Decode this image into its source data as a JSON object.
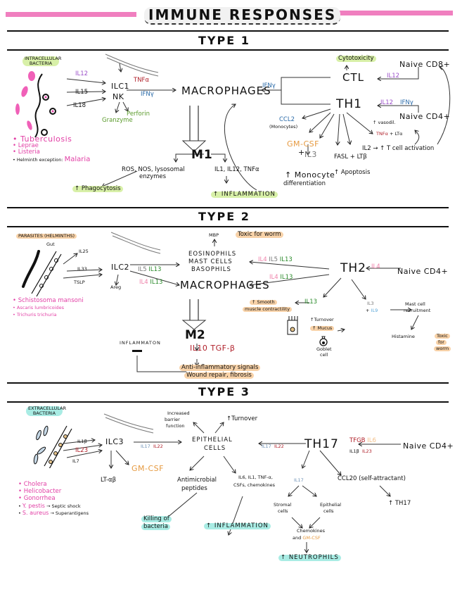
{
  "title": "IMMUNE RESPONSES",
  "colors": {
    "header_bar": "#f07fbf",
    "highlight_green": "#d8f0a8",
    "highlight_orange": "#f8d2a8",
    "highlight_teal": "#a9ece4",
    "disease_pink": "#e23fa5"
  },
  "type1": {
    "heading": "TYPE 1",
    "trigger": "INTRACELLULAR BACTERIA",
    "inputs": [
      "IL12",
      "IL15",
      "IL18"
    ],
    "ilc": [
      "ILC1",
      "NK"
    ],
    "ilc_outputs": {
      "tnfa": "TNFα",
      "ifng": "IFNγ",
      "granzyme": "Granzyme",
      "perforin": "Perforin"
    },
    "macrophages": "MACROPHAGES",
    "m1": "M1",
    "m1_left": [
      "ROS, NOS, lysosomal",
      "enzymes"
    ],
    "m1_right": "IL1, IL12, TNFα",
    "phagocytosis": "↑ Phagocytosis",
    "inflammation": "↑ INFLAMMATION",
    "diseases": [
      "Tuberculosis",
      "Leprae",
      "Listeria"
    ],
    "helminth_label": "Helminth exception:",
    "helminth_disease": "Malaria",
    "cytotoxicity": "Cytotoxicity",
    "ctl": "CTL",
    "naive_cd8": "Naive CD8+",
    "il12": "IL12",
    "ifng": "IFNγ",
    "th1": "TH1",
    "naive_cd4": "Naive CD4+",
    "ccl2": "CCL2",
    "monocytes": "(Monocytes)",
    "gmcsf": "GM-CSF",
    "plus": "+",
    "il3": "IL3",
    "monocyte_diff": [
      "↑ Monocyte",
      "differentiation"
    ],
    "fasl": "FASL + LTβ",
    "apoptosis": "↑ Apoptosis",
    "vasodil": "↑ vasodil.",
    "tnf_lta": "TNFα",
    "tnf_lta_suffix": "+ LTα",
    "il2": "IL2 → ↑ T cell activation"
  },
  "type2": {
    "heading": "TYPE 2",
    "trigger": "PARASITES (HELMINTHS)",
    "gut": "Gut",
    "inputs": [
      "IL25",
      "IL33",
      "TSLP"
    ],
    "ilc": "ILC2",
    "areg": "Areg",
    "to_eos": [
      "IL5",
      "IL13"
    ],
    "to_mac": [
      "IL4",
      "IL13"
    ],
    "mbp": "MBP",
    "toxic_worm": "Toxic for worm",
    "granulocytes": [
      "EOSINOPHILS",
      "MAST CELLS",
      "BASOPHILS"
    ],
    "macrophages": "MACROPHAGES",
    "th2_to_eos": [
      "IL4",
      "IL5",
      "IL13"
    ],
    "th2_to_mac": [
      "IL4",
      "IL13"
    ],
    "th2": "TH2",
    "il4": "IL4",
    "naive_cd4": "Naive CD4+",
    "il13": "IL13",
    "smooth": [
      "↑ Smooth",
      "muscle contractility"
    ],
    "turnover": "↑Turnover",
    "mucus": "↑ Mucus",
    "goblet": [
      "Goblet",
      "cell"
    ],
    "il3": "IL3",
    "il9_plus": "+",
    "il9": "IL9",
    "mast_recruit": [
      "Mast cell",
      "recruitment"
    ],
    "histamine": "Histamine",
    "toxic_worm2": [
      "Toxic",
      "for",
      "worm"
    ],
    "m2": "M2",
    "il10": "IL10",
    "tgfb": "TGF-β",
    "inflammation": "INFLAMMATON",
    "anti_inflam": [
      "Anti-inflammatory signals",
      "Wound repair, fibrosis"
    ],
    "diseases": [
      "Schistosoma mansoni",
      "Ascaris lumbricoides",
      "Trichuris trichuria"
    ]
  },
  "type3": {
    "heading": "TYPE 3",
    "trigger": "EXTRACELLULAR BACTERIA",
    "inputs": [
      "IL1β",
      "IL23",
      "IL7"
    ],
    "ilc": "ILC3",
    "lt": "LT-αβ",
    "gmcsf": "GM-CSF",
    "to_epi": [
      "IL17",
      "IL22"
    ],
    "barrier": [
      "Increased",
      "barrier",
      "function"
    ],
    "turnover": "↑Turnover",
    "epithelial": [
      "EPITHELIAL",
      "CELLS"
    ],
    "th17_to_epi": [
      "IL17",
      "IL22"
    ],
    "th17": "TH17",
    "tfgb": "TFGB",
    "il6": "IL6",
    "il1b": "IL1β",
    "il23": "IL23",
    "naive_cd4": "Naive CD4+",
    "antimicrobial": [
      "Antimicrobial",
      "peptides"
    ],
    "cytokines": [
      "IL6, IL1, TNF-α,",
      "CSFs, chemokines"
    ],
    "il17": "IL17",
    "ccl20": "CCL20 (self-attractant)",
    "th17_up": "↑ TH17",
    "stromal": [
      "Stromal",
      "cells"
    ],
    "epithelial_cells": [
      "Epithelial",
      "cells"
    ],
    "chemokines": "Chemokines",
    "and": "and",
    "gmcsf2": "GM-CSF",
    "killing": [
      "Killing of",
      "bacteria"
    ],
    "inflammation": "↑ INFLAMMATION",
    "neutrophils": "↑ NEUTROPHILS",
    "diseases": [
      "Cholera",
      "Helicobacter",
      "Gonorrhea"
    ],
    "ypestis": "Y. pestis",
    "ypestis_effect": "→ Septic shock",
    "saureus": "S. aureus",
    "saureus_effect": "→ Superantigens"
  }
}
